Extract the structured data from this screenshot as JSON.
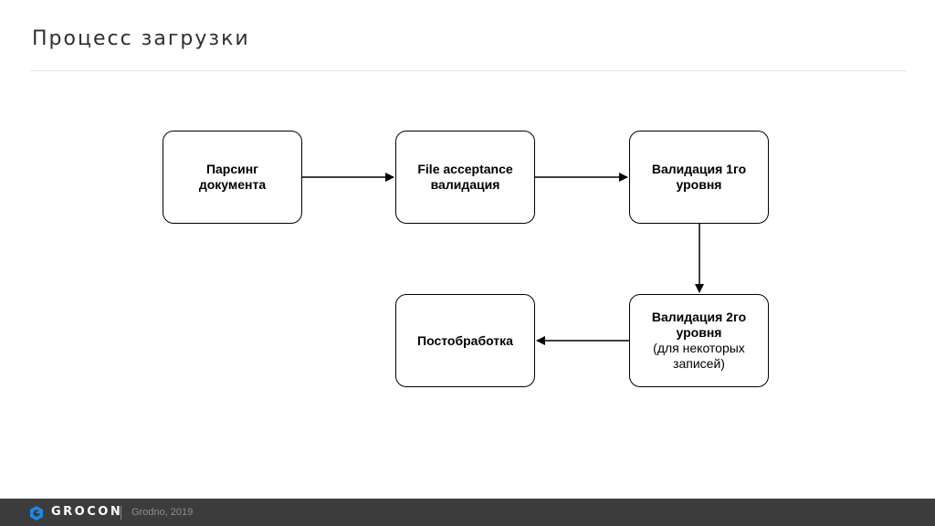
{
  "slide": {
    "title": "Процесс загрузки"
  },
  "diagram": {
    "nodes": [
      {
        "id": "n1",
        "lines": [
          "Парсинг",
          "документа"
        ]
      },
      {
        "id": "n2",
        "lines": [
          "File acceptance",
          "валидация"
        ]
      },
      {
        "id": "n3",
        "lines": [
          "Валидация 1го",
          "уровня"
        ]
      },
      {
        "id": "n4",
        "lines": [
          "Валидация 2го",
          "уровня"
        ],
        "note": [
          "(для некоторых",
          "записей)"
        ]
      },
      {
        "id": "n5",
        "lines": [
          "Постобработка"
        ]
      }
    ],
    "edges": [
      {
        "from": "n1",
        "to": "n2"
      },
      {
        "from": "n2",
        "to": "n3"
      },
      {
        "from": "n3",
        "to": "n4"
      },
      {
        "from": "n4",
        "to": "n5"
      }
    ]
  },
  "footer": {
    "brand": "GROCON",
    "location": "Grodno, 2019",
    "icon": "grocon-logo-icon",
    "accent_color": "#1e88e5"
  }
}
